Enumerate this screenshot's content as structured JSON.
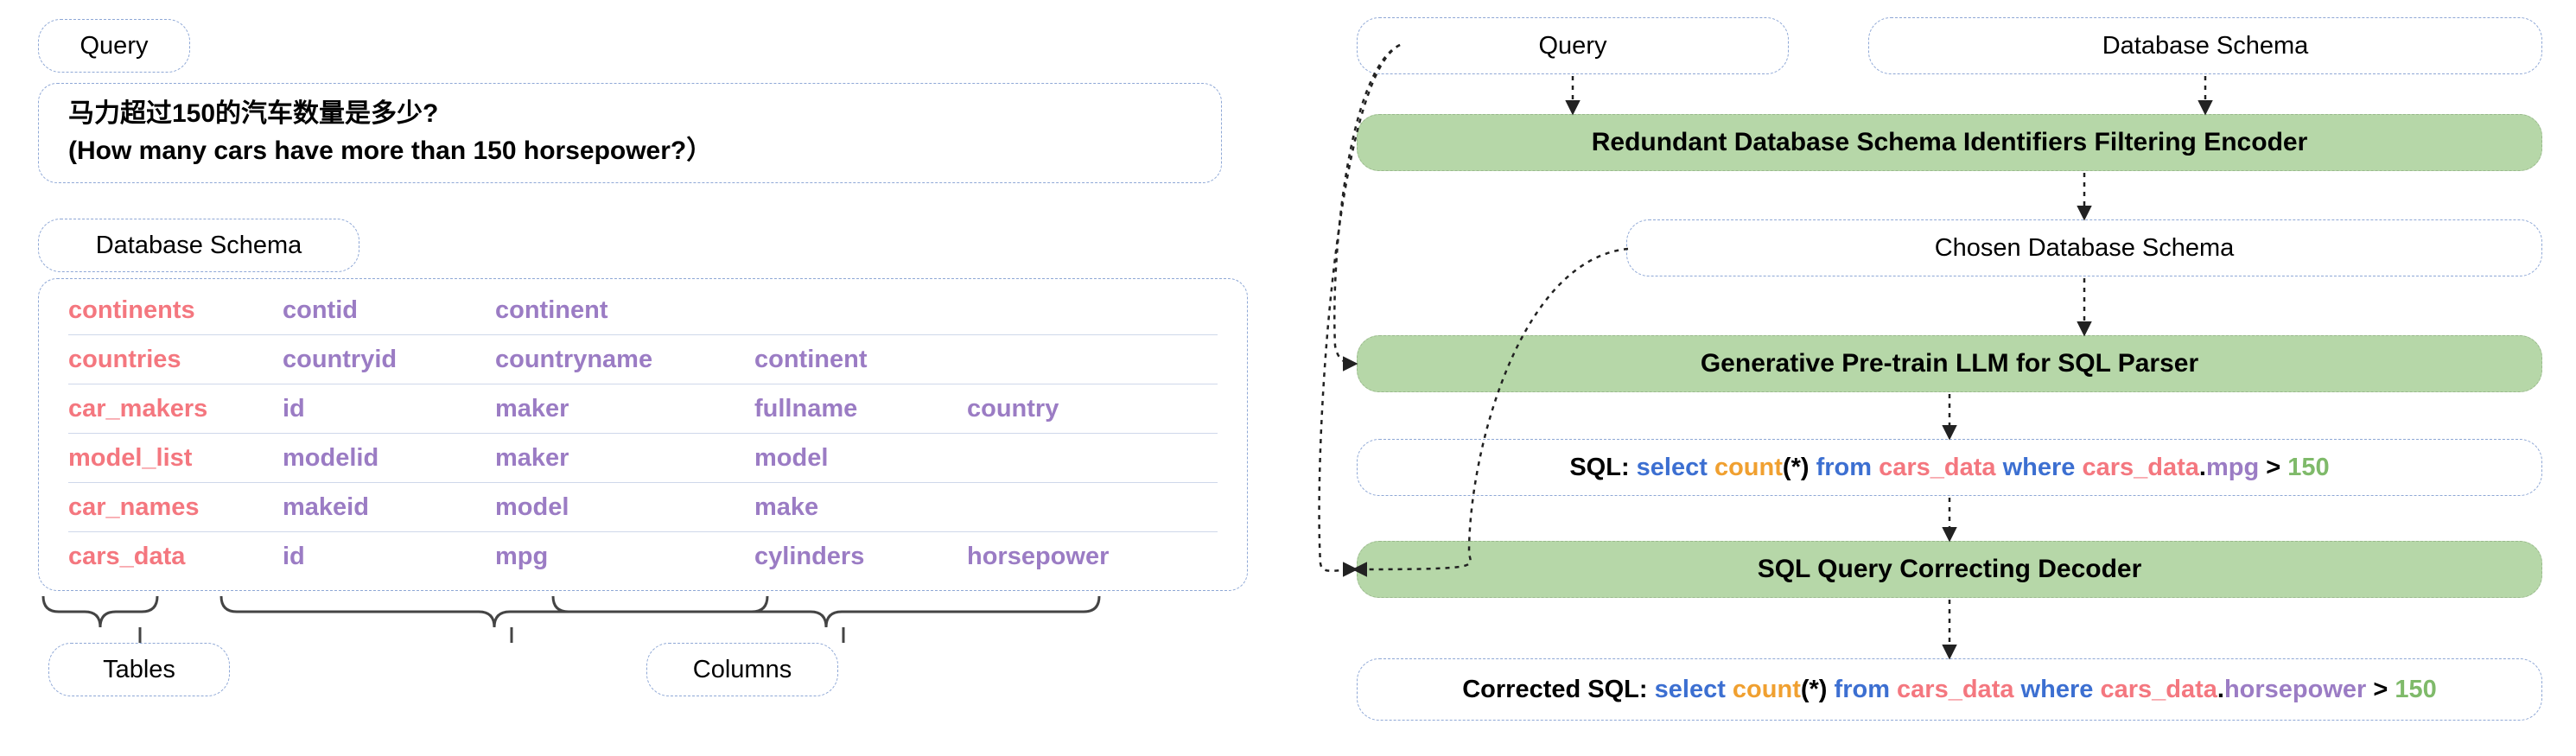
{
  "left": {
    "query_label": "Query",
    "query_lines": [
      "马力超过150的汽车数量是多少?",
      "(How many cars have more than 150 horsepower?）"
    ],
    "schema_label": "Database Schema",
    "schema_rows": [
      {
        "table": "continents",
        "columns": [
          "contid",
          "continent"
        ]
      },
      {
        "table": "countries",
        "columns": [
          "countryid",
          "countryname",
          "continent"
        ]
      },
      {
        "table": "car_makers",
        "columns": [
          "id",
          "maker",
          "fullname",
          "country"
        ]
      },
      {
        "table": "model_list",
        "columns": [
          "modelid",
          "maker",
          "model"
        ]
      },
      {
        "table": "car_names",
        "columns": [
          "makeid",
          "model",
          "make"
        ]
      },
      {
        "table": "cars_data",
        "columns": [
          "id",
          "mpg",
          "cylinders",
          "horsepower"
        ]
      }
    ],
    "tables_brace_label": "Tables",
    "columns_brace_label": "Columns"
  },
  "right": {
    "query_label": "Query",
    "schema_label": "Database Schema",
    "encoder_label": "Redundant Database Schema Identifiers Filtering Encoder",
    "chosen_schema_label": "Chosen Database Schema",
    "llm_label": "Generative Pre-train LLM for SQL Parser",
    "decoder_label": "SQL Query Correcting Decoder",
    "sql": {
      "prefix": "SQL:",
      "tokens": [
        {
          "text": "select",
          "color": "blue"
        },
        {
          "text": "count",
          "color": "orange"
        },
        {
          "text": "(*)",
          "color": "black"
        },
        {
          "text": "from",
          "color": "blue"
        },
        {
          "text": "cars_data",
          "color": "red"
        },
        {
          "text": "where",
          "color": "blue"
        },
        {
          "text": "cars_data",
          "color": "red"
        },
        {
          "text": ".",
          "color": "black"
        },
        {
          "text": "mpg",
          "color": "purple"
        },
        {
          "text": ">",
          "color": "black"
        },
        {
          "text": "150",
          "color": "green"
        }
      ]
    },
    "corrected_sql": {
      "prefix": "Corrected SQL:",
      "tokens": [
        {
          "text": "select",
          "color": "blue"
        },
        {
          "text": "count",
          "color": "orange"
        },
        {
          "text": "(*)",
          "color": "black"
        },
        {
          "text": "from",
          "color": "blue"
        },
        {
          "text": "cars_data",
          "color": "red"
        },
        {
          "text": "where",
          "color": "blue"
        },
        {
          "text": "cars_data",
          "color": "red"
        },
        {
          "text": ".",
          "color": "black"
        },
        {
          "text": "horsepower",
          "color": "purple"
        },
        {
          "text": ">",
          "color": "black"
        },
        {
          "text": "150",
          "color": "green"
        }
      ]
    }
  },
  "colors": {
    "green_box": "#b6d7a8",
    "dashed_border": "#8fa8d6",
    "table_name": "#f4777f",
    "column_name": "#9b7cc4",
    "sql_keyword": "#3c6fd1",
    "sql_func": "#f0a030",
    "sql_number": "#7fba6a"
  }
}
